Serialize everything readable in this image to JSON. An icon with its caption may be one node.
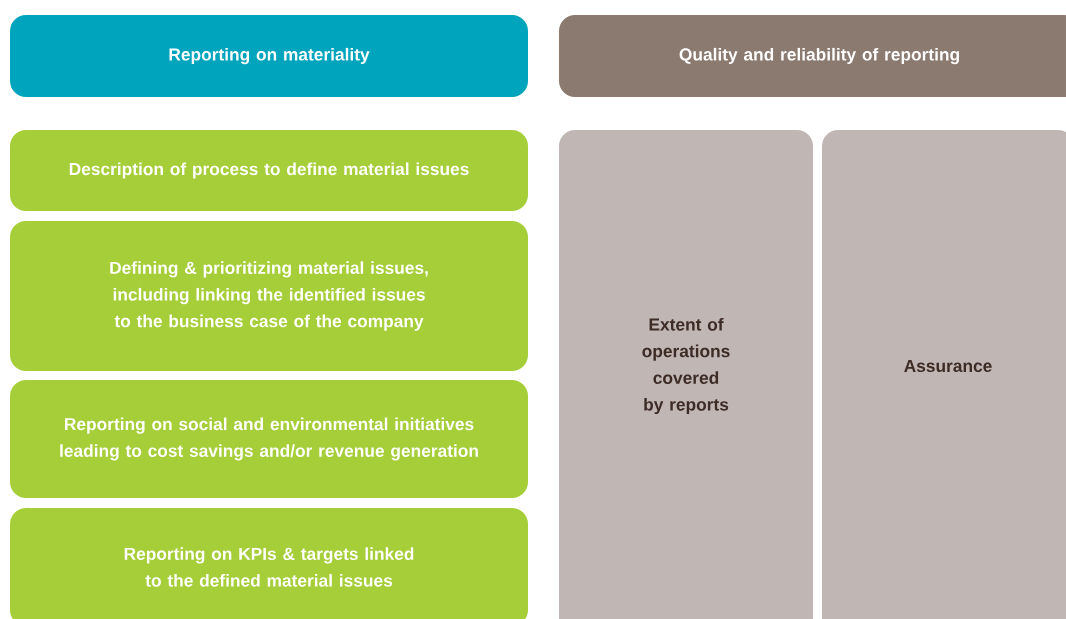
{
  "diagram": {
    "nodes": [
      {
        "text": [
          "Reporting on materiality"
        ]
      },
      {
        "text": [
          "Quality and reliability of reporting"
        ]
      },
      {
        "text": [
          "Description of process to define material issues"
        ]
      },
      {
        "text": [
          "Defining & prioritizing material issues, including linking the identified issues to the business case of the company"
        ]
      },
      {
        "text": [
          "Reporting on social and environmental initiatives leading to cost savings and/or revenue generation"
        ]
      },
      {
        "text": [
          "Reporting on KPIs & targets linked to the defined material issues"
        ]
      },
      {
        "text": [
          "Extent of operations covered by reports"
        ]
      },
      {
        "text": [
          "Assurance"
        ]
      }
    ]
  }
}
